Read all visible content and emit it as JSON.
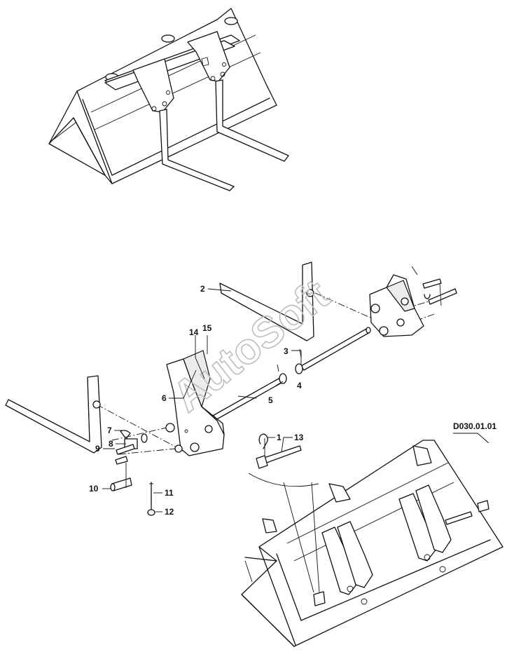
{
  "watermark": "AutoSoft",
  "reference_code": "D030.01.01",
  "callouts": [
    "1",
    "2",
    "3",
    "4",
    "5",
    "6",
    "7",
    "8",
    "9",
    "10",
    "11",
    "12",
    "13",
    "14",
    "15"
  ]
}
